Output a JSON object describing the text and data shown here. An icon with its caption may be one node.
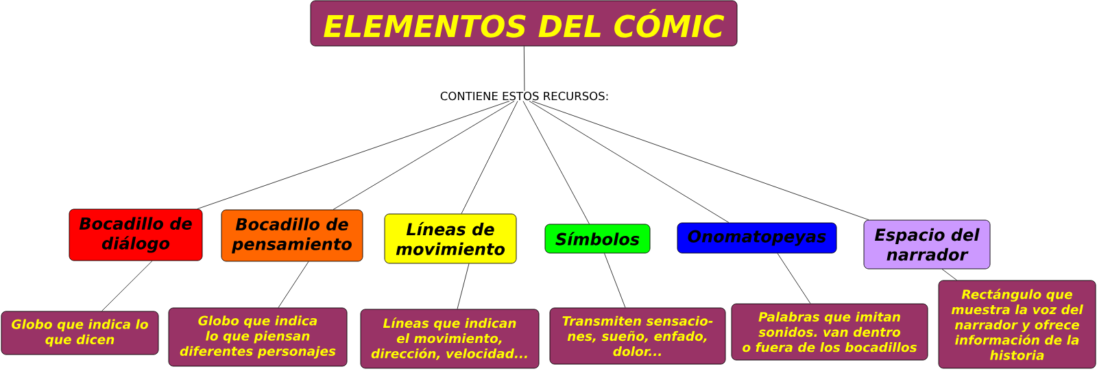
{
  "diagram": {
    "nodes": [
      {
        "text": [
          "ELEMENTOS DEL CÓMIC"
        ]
      },
      {
        "text": [
          "CONTIENE ESTOS RECURSOS:"
        ]
      },
      {
        "text": [
          "Bocadillo de diálogo"
        ]
      },
      {
        "text": [
          "Bocadillo de pensamiento"
        ]
      },
      {
        "text": [
          "Líneas de movimiento"
        ]
      },
      {
        "text": [
          "Símbolos"
        ]
      },
      {
        "text": [
          "Onomatopeyas"
        ]
      },
      {
        "text": [
          "Espacio del narrador"
        ]
      },
      {
        "text": [
          "Globo que indica lo que dicen"
        ]
      },
      {
        "text": [
          "Globo que indica lo que piensan diferentes personajes"
        ]
      },
      {
        "text": [
          "Líneas que indican el movimiento, dirección, velocidad..."
        ]
      },
      {
        "text": [
          "Transmiten sensacio- nes, sueño, enfado, dolor..."
        ]
      },
      {
        "text": [
          "Palabras que imitan sonidos. van dentro o fuera de los bocadillos"
        ]
      },
      {
        "text": [
          "Rectángulo que muestra la voz del narrador y ofrece información de la historia"
        ]
      }
    ],
    "edges": [
      {
        "from": 0,
        "to": 1,
        "arrow": "none"
      },
      {
        "from": 1,
        "to": 2,
        "arrow": "none"
      },
      {
        "from": 1,
        "to": 3,
        "arrow": "none"
      },
      {
        "from": 1,
        "to": 4,
        "arrow": "none"
      },
      {
        "from": 1,
        "to": 5,
        "arrow": "none"
      },
      {
        "from": 1,
        "to": 6,
        "arrow": "none"
      },
      {
        "from": 1,
        "to": 7,
        "arrow": "none"
      },
      {
        "from": 2,
        "to": 8,
        "arrow": "none"
      },
      {
        "from": 3,
        "to": 9,
        "arrow": "none"
      },
      {
        "from": 4,
        "to": 10,
        "arrow": "none"
      },
      {
        "from": 5,
        "to": 11,
        "arrow": "none"
      },
      {
        "from": 6,
        "to": 12,
        "arrow": "none"
      },
      {
        "from": 7,
        "to": 13,
        "arrow": "none"
      }
    ]
  }
}
